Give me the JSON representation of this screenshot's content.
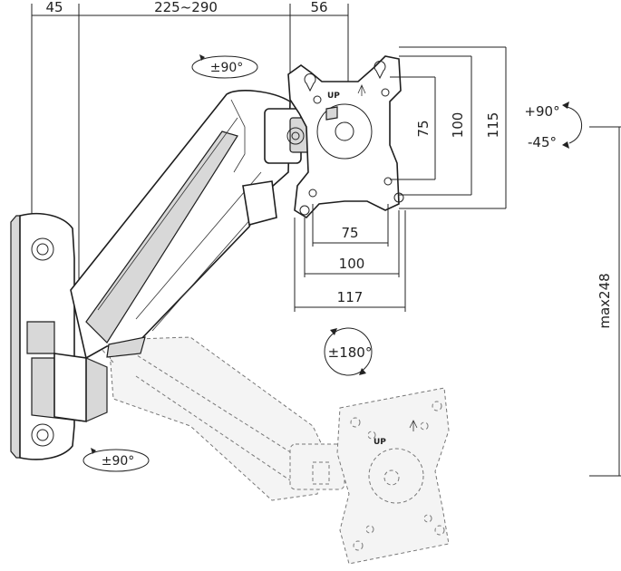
{
  "dimensions": {
    "wall_offset": "45",
    "arm_reach": "225~290",
    "plate_depth": "56",
    "vesa_small_v": "75",
    "vesa_large_v": "100",
    "plate_height": "115",
    "vesa_small_h": "75",
    "vesa_large_h": "100",
    "plate_width": "117",
    "height_travel": "max248"
  },
  "rotations": {
    "swivel_plate": "±90°",
    "tilt_up": "+90°",
    "tilt_down": "-45°",
    "rotate": "±180°",
    "swivel_wall": "±90°"
  },
  "plate_marking": "UP",
  "colors": {
    "line": "#1e1e1e",
    "shade": "#d8d8d8",
    "ghost": "#777777"
  }
}
